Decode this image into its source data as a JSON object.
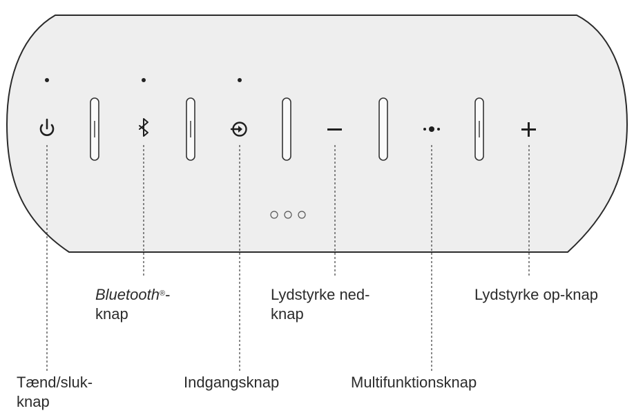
{
  "labels": {
    "power": {
      "line1": "Tænd/sluk-",
      "line2": "knap"
    },
    "bluetooth": {
      "brand": "Bluetooth",
      "mark": "®",
      "suffix": "-",
      "line2": "knap"
    },
    "input": "Indgangsknap",
    "volume_down": {
      "line1": "Lydstyrke ned-",
      "line2": "knap"
    },
    "multifunction": "Multifunktionsknap",
    "volume_up": "Lydstyrke op-knap"
  },
  "icons": {
    "power": "power-icon",
    "bluetooth": "bluetooth-icon",
    "input": "input-icon",
    "volume_down": "minus-icon",
    "multifunction": "multifunction-dots-icon",
    "volume_up": "plus-icon",
    "status_lights": "three-circles-icon"
  },
  "colors": {
    "body_fill": "#eeeeee",
    "outline": "#2a2a2a",
    "leader": "#3a3a3a"
  }
}
